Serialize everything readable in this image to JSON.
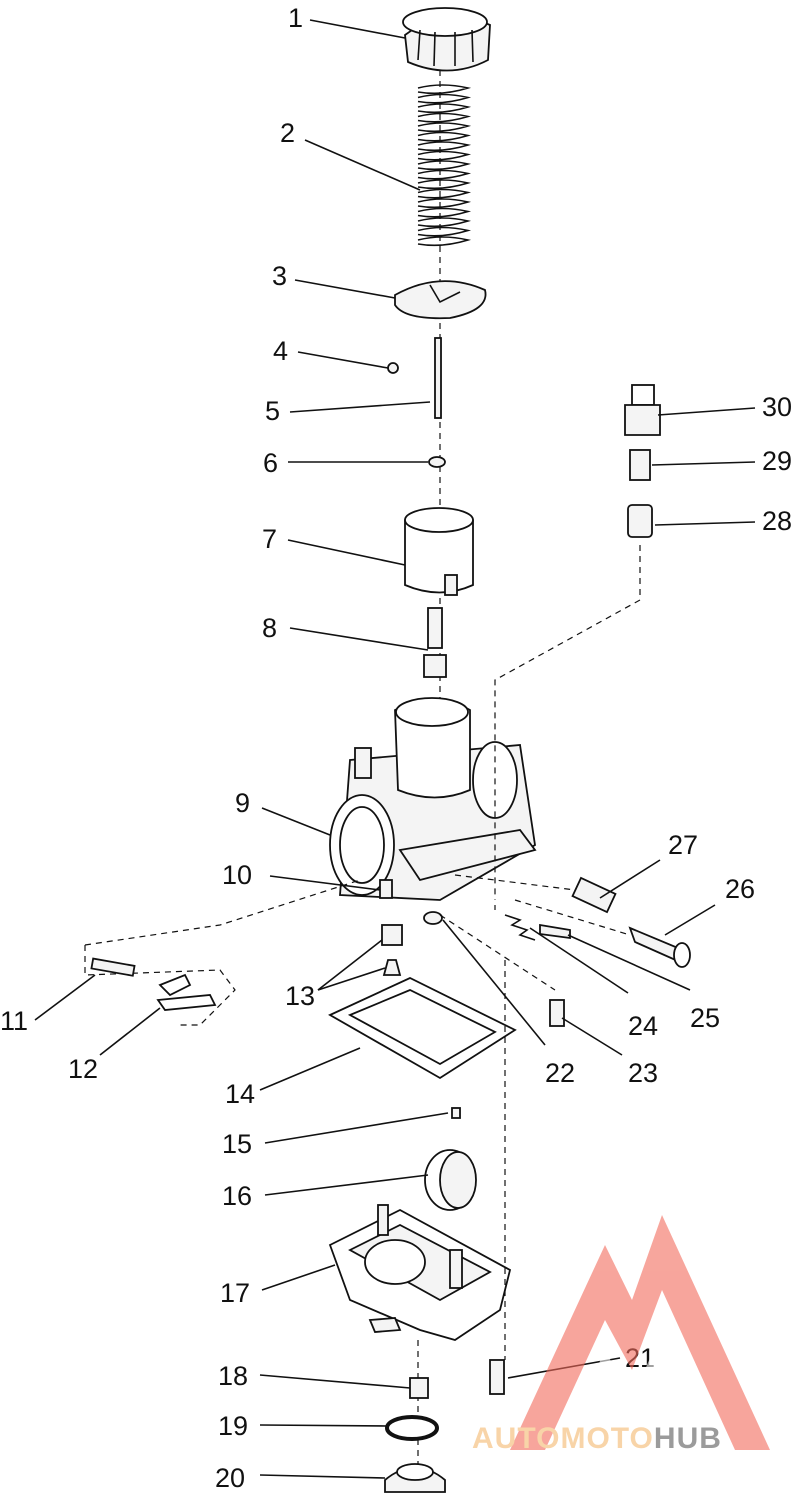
{
  "diagram": {
    "callouts": [
      {
        "id": "1",
        "label": "1"
      },
      {
        "id": "2",
        "label": "2"
      },
      {
        "id": "3",
        "label": "3"
      },
      {
        "id": "4",
        "label": "4"
      },
      {
        "id": "5",
        "label": "5"
      },
      {
        "id": "6",
        "label": "6"
      },
      {
        "id": "7",
        "label": "7"
      },
      {
        "id": "8",
        "label": "8"
      },
      {
        "id": "9",
        "label": "9"
      },
      {
        "id": "10",
        "label": "10"
      },
      {
        "id": "11",
        "label": "11"
      },
      {
        "id": "12",
        "label": "12"
      },
      {
        "id": "13",
        "label": "13"
      },
      {
        "id": "14",
        "label": "14"
      },
      {
        "id": "15",
        "label": "15"
      },
      {
        "id": "16",
        "label": "16"
      },
      {
        "id": "17",
        "label": "17"
      },
      {
        "id": "18",
        "label": "18"
      },
      {
        "id": "19",
        "label": "19"
      },
      {
        "id": "20",
        "label": "20"
      },
      {
        "id": "21",
        "label": "21"
      },
      {
        "id": "22",
        "label": "22"
      },
      {
        "id": "23",
        "label": "23"
      },
      {
        "id": "24",
        "label": "24"
      },
      {
        "id": "25",
        "label": "25"
      },
      {
        "id": "26",
        "label": "26"
      },
      {
        "id": "27",
        "label": "27"
      },
      {
        "id": "28",
        "label": "28"
      },
      {
        "id": "29",
        "label": "29"
      },
      {
        "id": "30",
        "label": "30"
      }
    ]
  },
  "watermark": {
    "part1": "AUTOMOTO",
    "part2": "HUB",
    "accent_color": "#f26a5b",
    "secondary_color": "#f5b870",
    "dark_color": "#5a5a5a",
    "icon": "triangle-m-logo-icon"
  }
}
